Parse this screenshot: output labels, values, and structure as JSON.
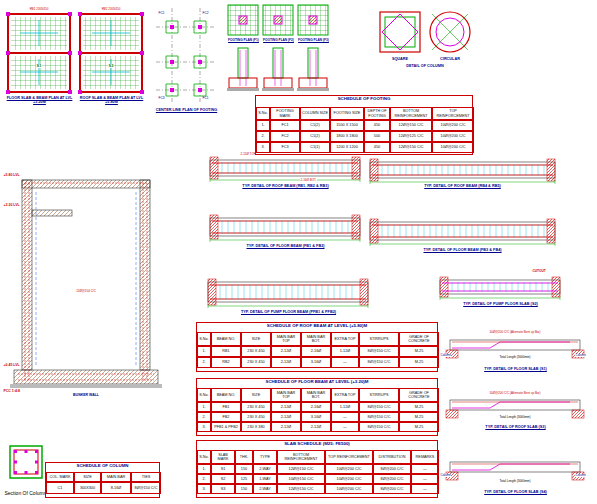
{
  "diagram": {
    "nodes": [
      {
        "text": [
          "SCHEDULE OF FOOTING"
        ]
      },
      {
        "text": [
          "SCHEDULE OF ROOF BEAM AT LEVEL (+5.80)M"
        ]
      },
      {
        "text": [
          "SCHEDULE OF FLOOR BEAM AT LEVEL (+3.20)M"
        ]
      },
      {
        "text": [
          "SLAB SCHEDULE (M25: FE500)"
        ]
      },
      {
        "text": [
          "SCHEDULE OF COLUMN"
        ]
      }
    ],
    "labels": [
      "FLOOR SLAB & BEAM PLAN AT LVL +3.20M",
      "ROOF SLAB & BEAM PLAN AT LVL +5.80M",
      "S1",
      "S3",
      "RB1 230X450",
      "RB2 230X450",
      "CENTER LINE PLAN OF FOOTING",
      "FC1",
      "FC2",
      "FC3",
      "FC1",
      "FOOTING PLAN (F1)",
      "FOOTING PLAN (F2)",
      "FOOTING PLAN (F3)",
      "SQUARE",
      "CIRCULAR",
      "DETAIL OF COLUMN",
      "TYP. DETAIL OF ROOF BEAM (RB1, RB2 & RB3)",
      "TYP. DETAIL OF ROOF BEAM (RB4 & RB5)",
      "2-12Ø TOP",
      "2-16Ø BOT.",
      "TYP. DETAIL OF FLOOR BEAM (FB1 & FB2)",
      "TYP. DETAIL OF FLOOR BEAM (FB3 & FB4)",
      "TYP. DETAIL OF PUMP FLOOR BEAM (PFB1 & PFB2)",
      "TYP. DETAIL OF PUMP FLOOR SLAB (S2)",
      "TYP. DETAIL OF FLOOR SLAB (S1)",
      "TYP. DETAIL OF ROOF SLAB (S3)",
      "TYP. DETAIL OF FLOOR SLAB (S4)",
      "Total Length (3000mm)",
      "Total Length (3000mm)",
      "Total Length (3000mm)",
      "10Ø@200 C/C (Alternate Bent up Bar)",
      "10Ø@200 C/C (Alternate Bent up Bar)",
      "Column",
      "Column",
      "Column",
      "Column",
      "+5.80 LVL",
      "+3.20 LVL",
      "+0.45 LVL",
      "PCC 1:4:8",
      "BUNKER WALL",
      "Section Of Column",
      "12Ø@150 C/C",
      "CUTOUT",
      "S.No.",
      "FOOTING MARK",
      "COLUMN SIZE",
      "FOOTING SIZE",
      "DEPTH OF FOOTING",
      "BOTTOM REINFORCEMENT",
      "TOP REINFORCEMENT",
      "1.",
      "FC1",
      "C1(2)",
      "1500 X 1500",
      "450",
      "12Ø@150 C/C",
      "10Ø@200 C/C",
      "2.",
      "FC2",
      "C1(2)",
      "1800 X 1800",
      "500",
      "12Ø@125 C/C",
      "10Ø@200 C/C",
      "3.",
      "FC3",
      "C1(1)",
      "1200 X 1200",
      "450",
      "12Ø@150 C/C",
      "10Ø@200 C/C",
      "S.No.",
      "BEAM NO.",
      "SIZE",
      "MAIN BAR TOP",
      "MAIN BAR BOT.",
      "EXTRA TOP",
      "STIRRUPS",
      "GRADE OF CONCRETE",
      "1.",
      "RB1",
      "230 X 450",
      "2-12Ø",
      "2-16Ø",
      "1-12Ø",
      "8Ø@150 C/C",
      "M-25",
      "2.",
      "RB2",
      "230 X 450",
      "2-12Ø",
      "3-16Ø",
      "—",
      "8Ø@150 C/C",
      "M-25",
      "S.No.",
      "BEAM NO.",
      "SIZE",
      "MAIN BAR TOP",
      "MAIN BAR BOT.",
      "EXTRA TOP",
      "STIRRUPS",
      "GRADE OF CONCRETE",
      "1.",
      "FB1",
      "230 X 450",
      "2-12Ø",
      "2-16Ø",
      "1-12Ø",
      "8Ø@150 C/C",
      "M-25",
      "2.",
      "FB2",
      "230 X 450",
      "2-12Ø",
      "3-16Ø",
      "—",
      "8Ø@150 C/C",
      "M-25",
      "3.",
      "PFB1 & PFB2",
      "230 X 380",
      "2-12Ø",
      "2-12Ø",
      "—",
      "8Ø@150 C/C",
      "M-25",
      "S.No.",
      "SLAB MARK",
      "THK.",
      "TYPE",
      "BOTTOM REINFORCEMENT",
      "TOP REINFORCEMENT",
      "DISTRIBUTION",
      "REMARKS",
      "1.",
      "S1",
      "150",
      "2-WAY",
      "12Ø@150 C/C",
      "10Ø@200 C/C",
      "8Ø@200 C/C",
      "—",
      "2.",
      "S2",
      "125",
      "1-WAY",
      "10Ø@150 C/C",
      "10Ø@200 C/C",
      "8Ø@200 C/C",
      "—",
      "3.",
      "S3",
      "150",
      "2-WAY",
      "12Ø@150 C/C",
      "10Ø@200 C/C",
      "8Ø@200 C/C",
      "—",
      "COL. MARK",
      "SIZE",
      "MAIN BAR",
      "TIES",
      "C1",
      "300X300",
      "8-16Ø",
      "8Ø@150 C/C"
    ]
  }
}
